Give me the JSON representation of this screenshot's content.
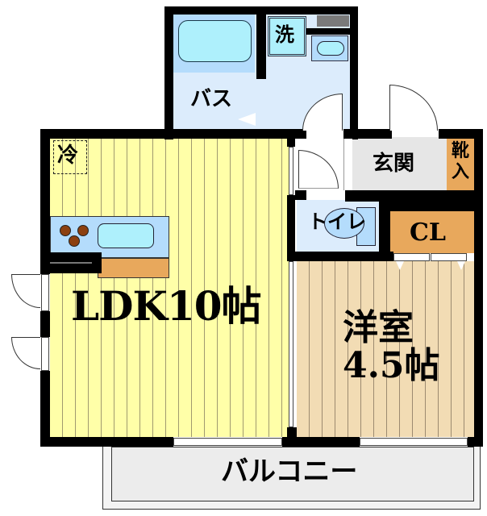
{
  "floorplan": {
    "rooms": {
      "ldk": {
        "label": "LDK10帖",
        "color": "#ffffa8"
      },
      "western_room": {
        "label_line1": "洋室",
        "label_line2": "4.5帖",
        "color": "#f2dcb4"
      },
      "bath": {
        "label": "バス",
        "color": "#dcecfc"
      },
      "washroom": {
        "label": "洗",
        "color": "#dcecfc"
      },
      "entrance": {
        "label": "玄関",
        "color": "#e6e6e6"
      },
      "shoe_storage": {
        "label": "靴入",
        "color": "#e8a85c"
      },
      "toilet": {
        "label": "トイレ",
        "color": "#dcecfc"
      },
      "closet": {
        "label": "CL",
        "color": "#e8a85c"
      },
      "refrigerator": {
        "label": "冷"
      },
      "balcony": {
        "label": "バルコニー",
        "color": "#ececec"
      }
    },
    "colors": {
      "wall": "#000000",
      "fixture_blue": "#aef0fc",
      "kitchen_counter": "#b4dcfc",
      "stove_burner": "#8c4010",
      "kitchen_orange": "#e8a85c"
    }
  }
}
